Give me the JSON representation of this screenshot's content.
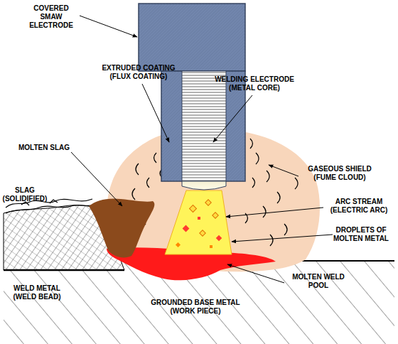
{
  "diagram": {
    "labels": [
      "COVERED SMAW ELECTRODE",
      "EXTRUDED COATING (FLUX COATING)",
      "WELDING ELECTRODE (METAL CORE)",
      "MOLTEN SLAG",
      "GASEOUS SHIELD (FUME CLOUD)",
      "SLAG (SOLIDIFIED)",
      "ARC STREAM (ELECTRIC ARC)",
      "DROPLETS OF MOLTEN METAL",
      "WELD METAL (WELD BEAD)",
      "MOLTEN WELD POOL",
      "GROUNDED BASE METAL (WORK PIECE)"
    ]
  }
}
